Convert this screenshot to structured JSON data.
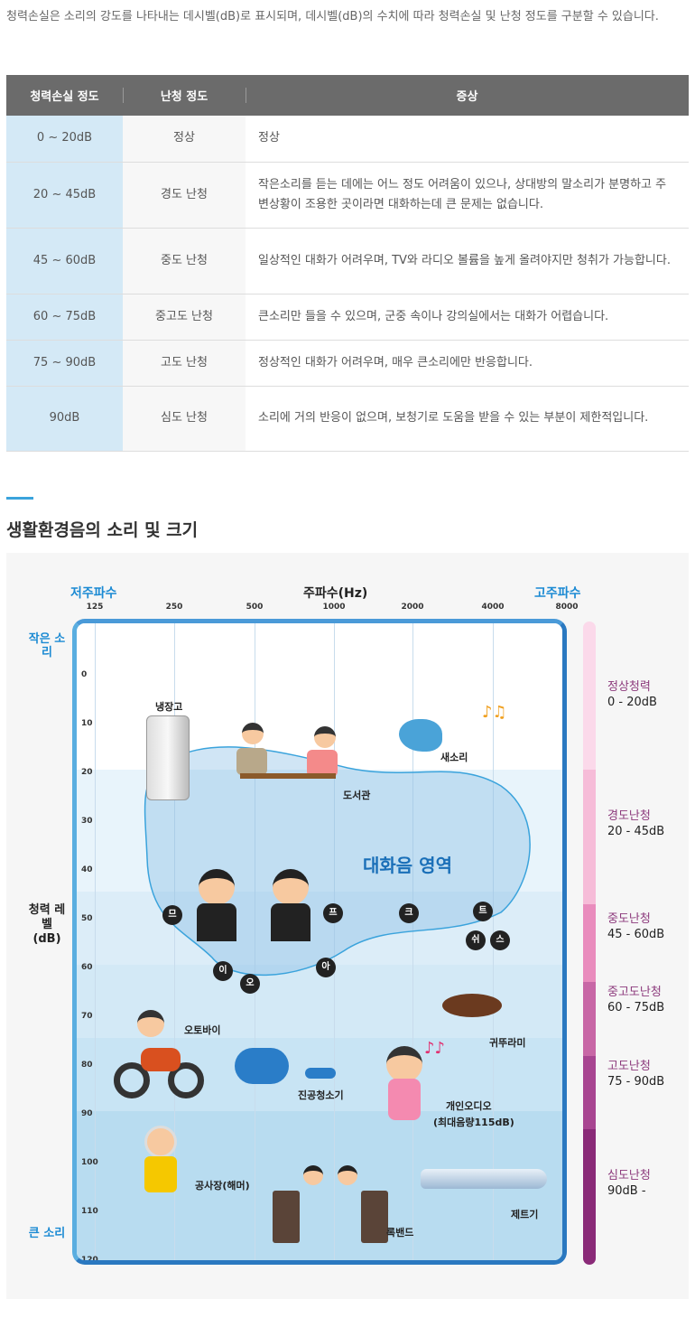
{
  "intro": "청력손실은 소리의 강도를 나타내는 데시벨(dB)로 표시되며, 데시벨(dB)의 수치에 따라 청력손실 및 난청 정도를 구분할 수 있습니다.",
  "table": {
    "headers": [
      "청력손실 정도",
      "난청 정도",
      "증상"
    ],
    "rows": [
      [
        "0 ~ 20dB",
        "정상",
        "정상"
      ],
      [
        "20 ~ 45dB",
        "경도 난청",
        "작은소리를 듣는 데에는 어느 정도 어려움이 있으나, 상대방의 말소리가 분명하고 주변상황이 조용한 곳이라면 대화하는데 큰 문제는 없습니다."
      ],
      [
        "45 ~ 60dB",
        "중도 난청",
        "일상적인 대화가 어려우며, TV와 라디오 볼륨을 높게 올려야지만 청취가 가능합니다."
      ],
      [
        "60 ~ 75dB",
        "중고도 난청",
        "큰소리만 들을 수 있으며, 군중 속이나 강의실에서는 대화가 어렵습니다."
      ],
      [
        "75 ~ 90dB",
        "고도 난청",
        "정상적인 대화가 어려우며, 매우 큰소리에만 반응합니다."
      ],
      [
        "90dB",
        "심도 난청",
        "소리에 거의 반응이 없으며, 보청기로 도움을 받을 수 있는 부분이 제한적입니다."
      ]
    ]
  },
  "section_title": "생활환경음의 소리 및 크기",
  "chart": {
    "low_freq": "저주파수",
    "freq_title": "주파수(Hz)",
    "high_freq": "고주파수",
    "freqs": [
      "125",
      "250",
      "500",
      "1000",
      "2000",
      "4000",
      "8000"
    ],
    "quiet": "작은 소리",
    "loud": "큰 소리",
    "ylabel": "청력 레벨 (dB)",
    "db_ticks": [
      "0",
      "10",
      "20",
      "30",
      "40",
      "50",
      "60",
      "70",
      "80",
      "90",
      "100",
      "110",
      "120"
    ],
    "sounds": {
      "fridge": "냉장고",
      "library": "도서관",
      "bird": "새소리",
      "speech": "대화음 영역",
      "motorcycle": "오토바이",
      "vacuum": "진공청소기",
      "cricket": "귀뚜라미",
      "audio1": "개인오디오",
      "audio2": "(최대음량115dB)",
      "hammer": "공사장(해머)",
      "band": "록밴드",
      "jet": "제트기"
    },
    "phonemes": [
      "므",
      "프",
      "크",
      "트",
      "쉬",
      "스",
      "이",
      "오",
      "아"
    ],
    "levels": [
      {
        "name": "정상청력",
        "range": "0 - 20dB",
        "color": "#fbd9ea"
      },
      {
        "name": "경도난청",
        "range": "20 - 45dB",
        "color": "#f6bcd8"
      },
      {
        "name": "중도난청",
        "range": "45 - 60dB",
        "color": "#e98cbd"
      },
      {
        "name": "중고도난청",
        "range": "60 - 75dB",
        "color": "#c867a6"
      },
      {
        "name": "고도난청",
        "range": "75 - 90dB",
        "color": "#a84591"
      },
      {
        "name": "심도난청",
        "range": "90dB -",
        "color": "#8a2a78"
      }
    ]
  }
}
